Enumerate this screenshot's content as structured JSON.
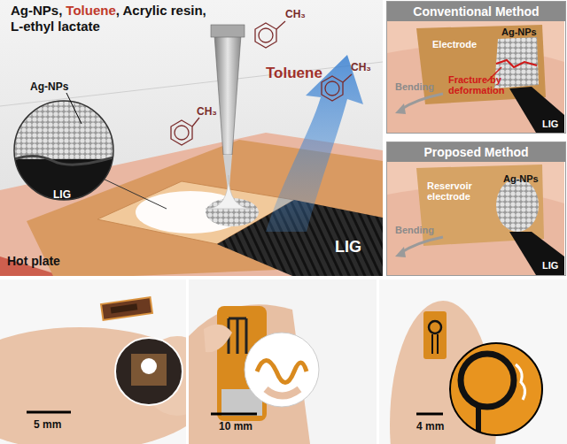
{
  "diagram": {
    "nodes": [
      {
        "text": [
          "Conventional Method"
        ]
      },
      {
        "text": [
          "Proposed Method"
        ]
      }
    ],
    "labels": [
      "Ag-NPs,",
      "Toluene",
      ", Acrylic resin,",
      "L-ethyl lactate",
      "Ag-NPs",
      "LIG",
      "Toluene",
      "CH₃",
      "CH₃",
      "CH₃",
      "LIG",
      "Hot plate",
      "Electrode",
      "Ag-NPs",
      "Bending",
      "Fracture by deformation",
      "LIG",
      "Reservoir electrode",
      "Ag-NPs",
      "Bending",
      "LIG",
      "5 mm",
      "10 mm",
      "4 mm"
    ]
  }
}
